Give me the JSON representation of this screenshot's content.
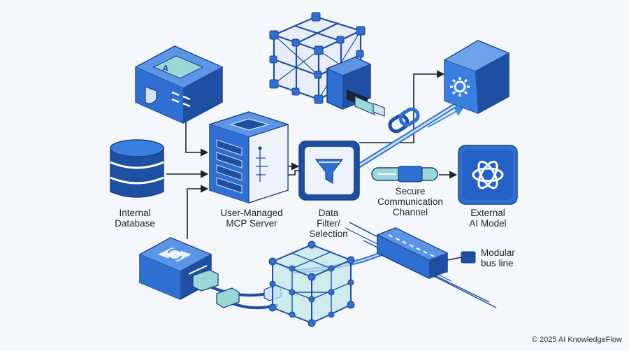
{
  "labels": {
    "internal_database": "Internal\nDatabase",
    "mcp_server": "User-Managed\nMCP Server",
    "data_filter": "Data\nFilter/\nSelection",
    "secure_channel": "Secure\nCommunication\nChannel",
    "external_ai": "External\nAI Model",
    "bus_line": "Modular\nbus line"
  },
  "footer": "© 2025 AI KnowledgeFlow",
  "icons": {
    "ai_cube": "gear-icon",
    "terminal": "a-letter-icon",
    "terminal_badge": "shield-icon",
    "external_ai": "openai-logo-icon",
    "filter": "funnel-icon",
    "sync_box": "sync-icon"
  },
  "colors": {
    "primary": "#2f6fd1",
    "dark": "#1f4fa3",
    "light": "#cfe2fa",
    "accent": "#9ad8d8",
    "background": "#f4f7fb",
    "ink": "#1b2230"
  }
}
